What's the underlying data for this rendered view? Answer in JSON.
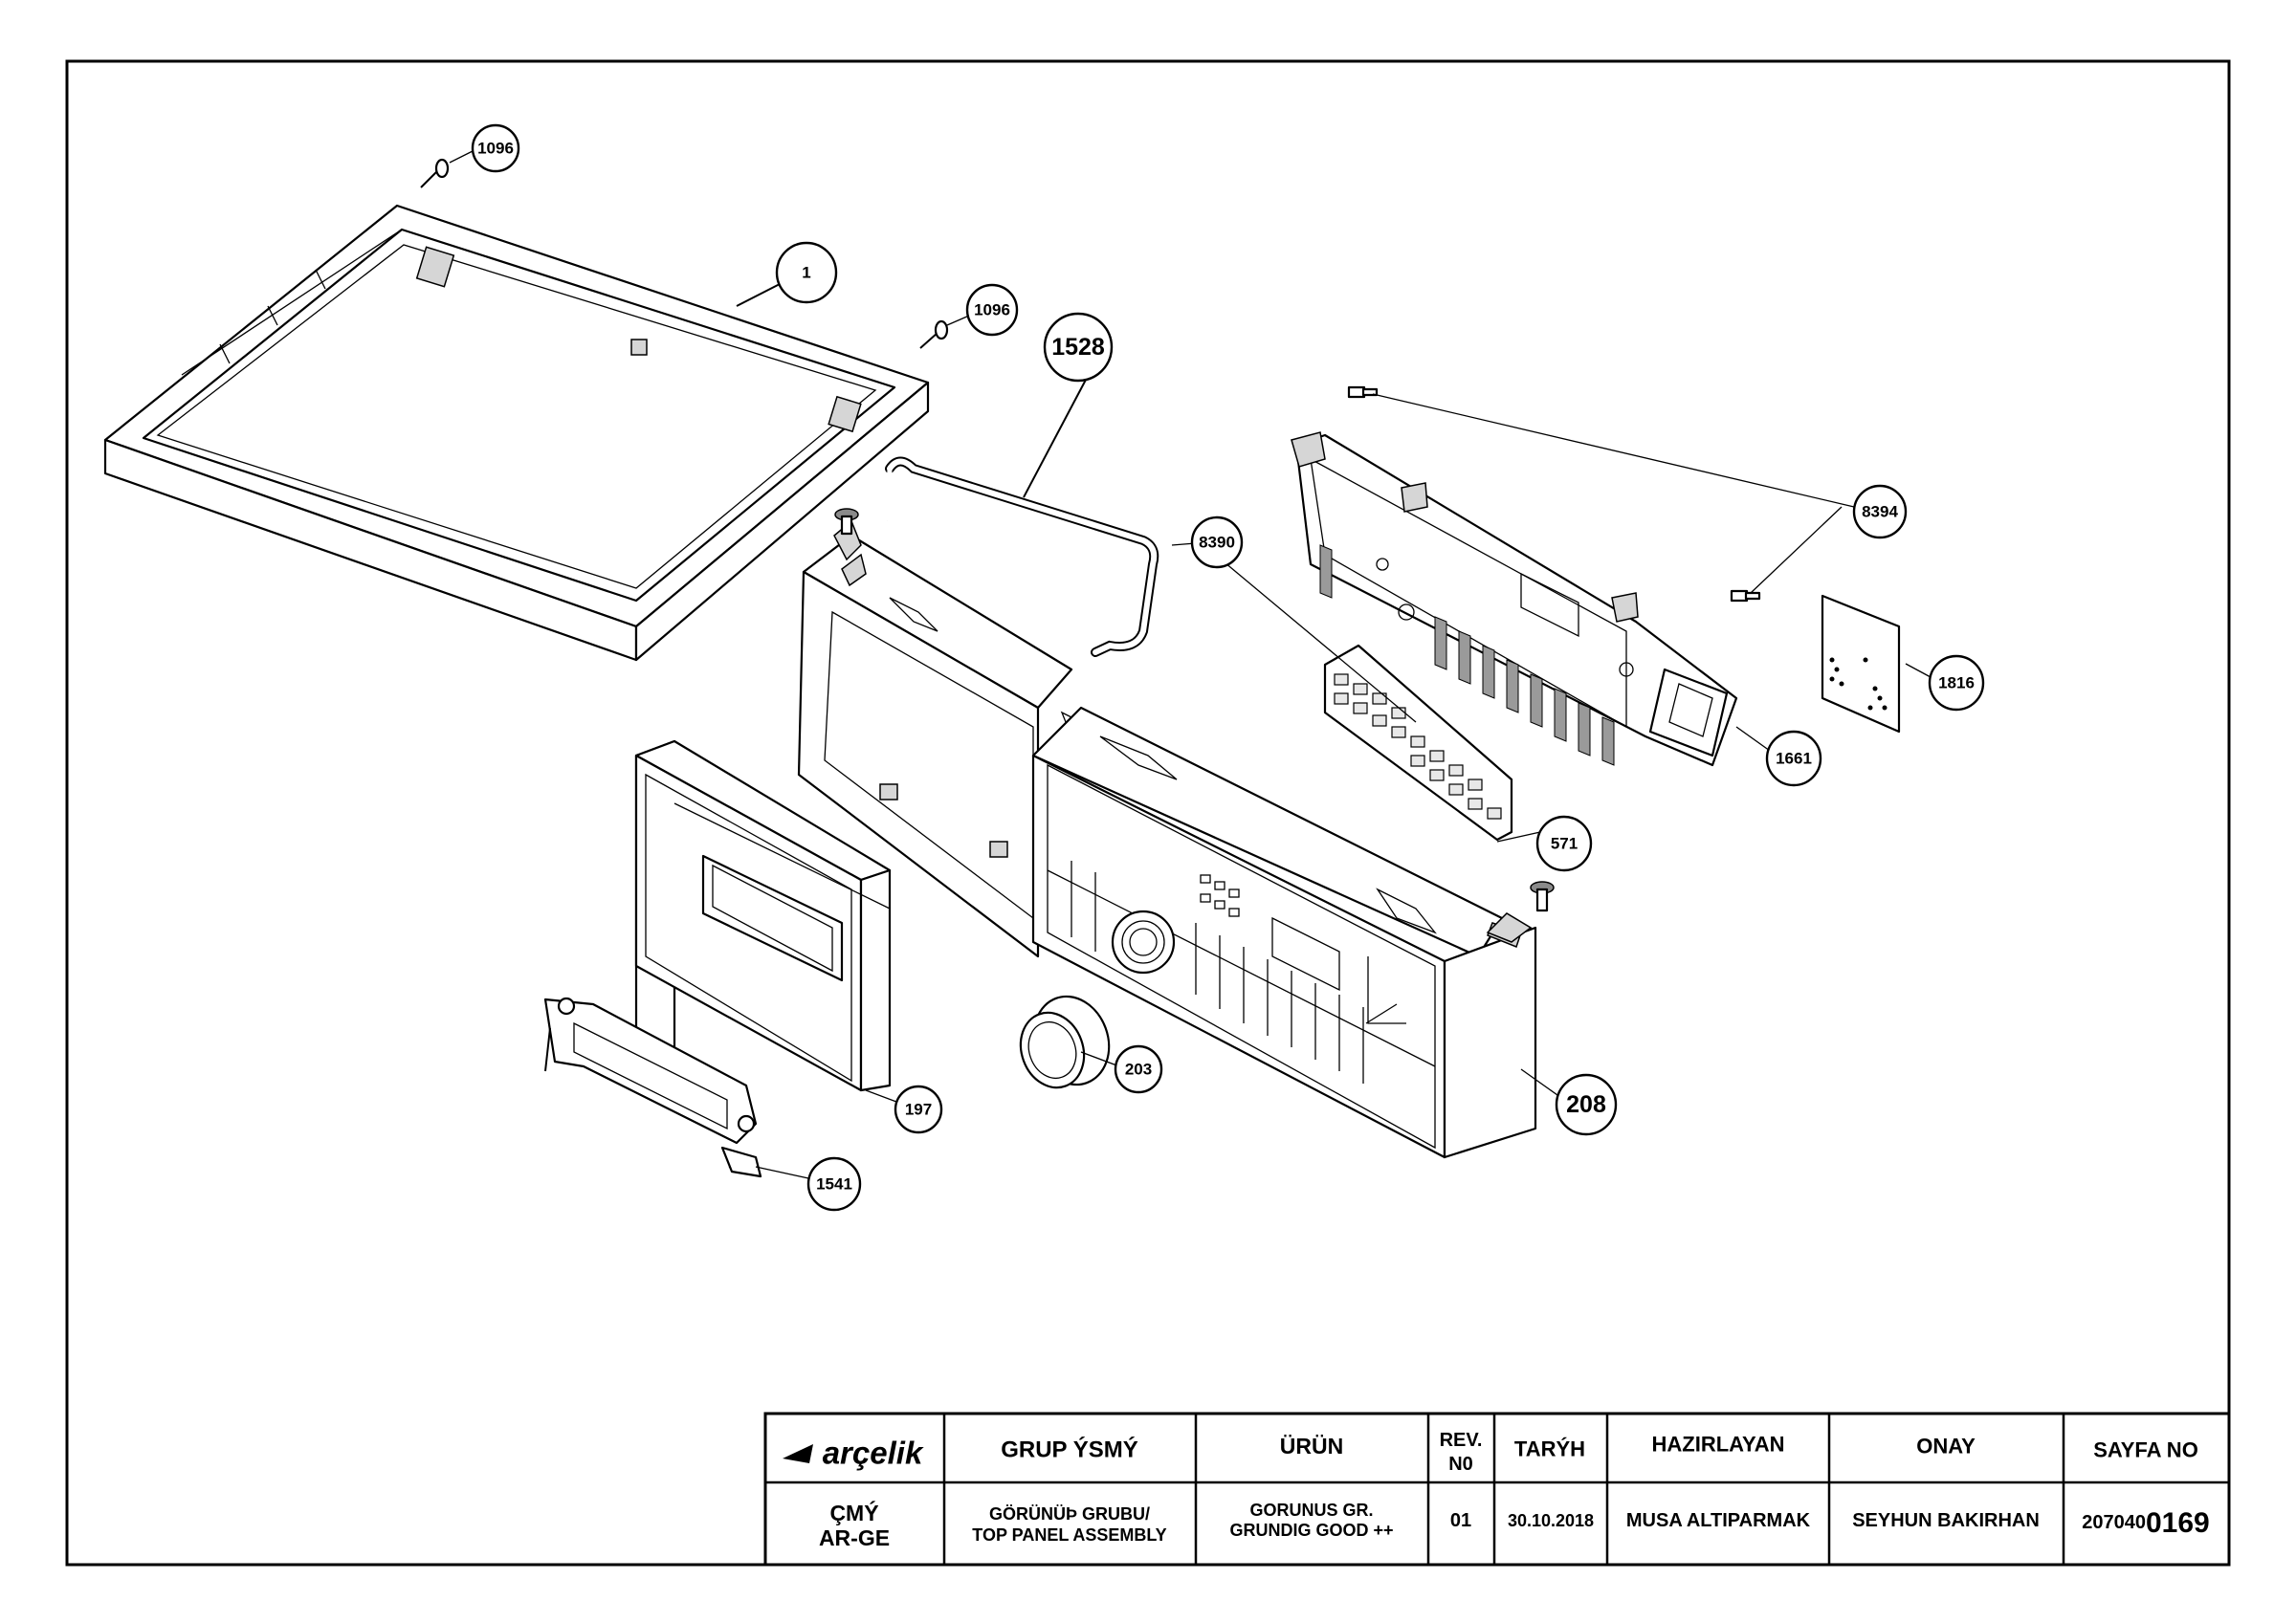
{
  "callouts": [
    {
      "id": "1096a",
      "label": "1096"
    },
    {
      "id": "1",
      "label": "1"
    },
    {
      "id": "1096b",
      "label": "1096"
    },
    {
      "id": "1528",
      "label": "1528"
    },
    {
      "id": "8390",
      "label": "8390"
    },
    {
      "id": "8394",
      "label": "8394"
    },
    {
      "id": "1816",
      "label": "1816"
    },
    {
      "id": "1661",
      "label": "1661"
    },
    {
      "id": "571",
      "label": "571"
    },
    {
      "id": "197",
      "label": "197"
    },
    {
      "id": "203",
      "label": "203"
    },
    {
      "id": "208",
      "label": "208"
    },
    {
      "id": "1541",
      "label": "1541"
    }
  ],
  "title_block": {
    "logo_text": "arçelik",
    "headers": {
      "group_name": "GRUP ÝSMÝ",
      "product": "ÜRÜN",
      "rev_line1": "REV.",
      "rev_line2": "N0",
      "date": "TARÝH",
      "prepared_by": "HAZIRLAYAN",
      "approval": "ONAY",
      "page_no": "SAYFA NO"
    },
    "values": {
      "dept_line1": "ÇMÝ",
      "dept_line2": "AR-GE",
      "group_line1": "GÖRÜNÜÞ GRUBU/",
      "group_line2": "TOP PANEL ASSEMBLY",
      "product_line1": "GORUNUS GR.",
      "product_line2": "GRUNDIG GOOD ++",
      "rev": "01",
      "date": "30.10.2018",
      "prepared_by": "MUSA ALTIPARMAK",
      "approval": "SEYHUN BAKIRHAN",
      "page_prefix": "207040",
      "page_suffix": "0169"
    }
  }
}
